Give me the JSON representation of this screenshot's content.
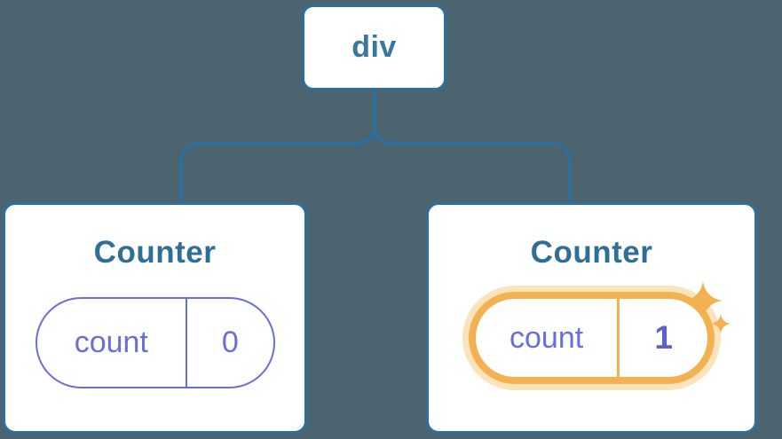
{
  "diagram": {
    "description": "React component tree: a div root with two Counter children; second Counter's state was just updated",
    "root": {
      "label": "div"
    },
    "children": [
      {
        "title": "Counter",
        "state": {
          "key": "count",
          "value": "0"
        },
        "highlighted": false
      },
      {
        "title": "Counter",
        "state": {
          "key": "count",
          "value": "1"
        },
        "highlighted": true
      }
    ]
  },
  "icons": {
    "sparkle": "four-point-star-sparkle"
  },
  "colors": {
    "background": "#4b646f",
    "connector_blue": "#2e6f9d",
    "node_text_blue": "#38779f",
    "title_blue": "#2f6f97",
    "state_purple": "#6a6ed8",
    "state_purple_bold": "#5b5fd2",
    "highlight_orange": "#f4b152",
    "highlight_orange_light": "#fbe3bc",
    "card_background": "#ffffff"
  }
}
